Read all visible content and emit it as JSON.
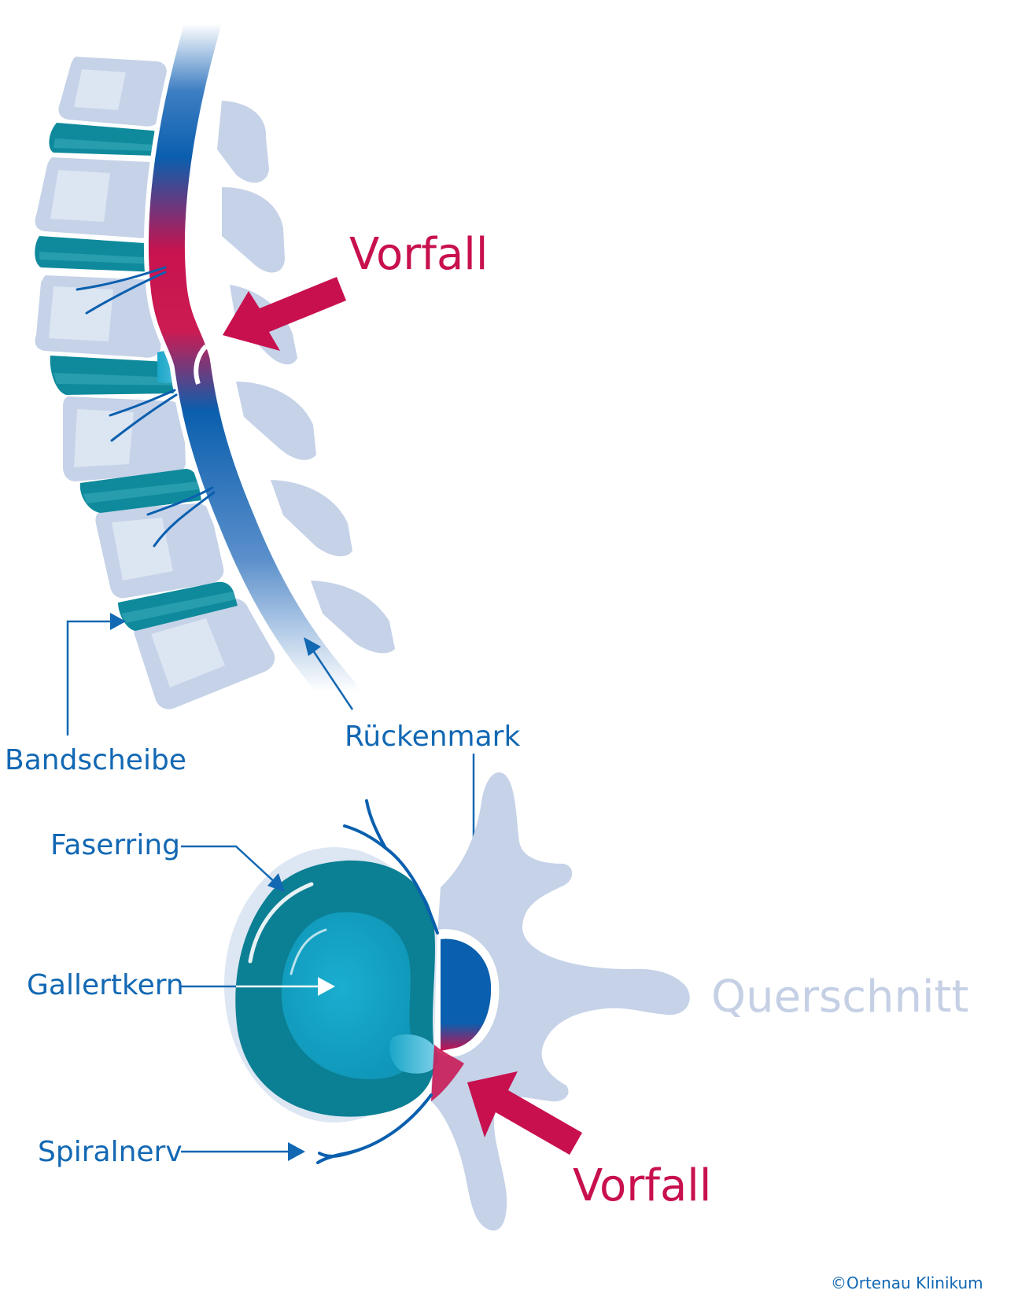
{
  "labels": {
    "vorfall_top": "Vorfall",
    "vorfall_bottom": "Vorfall",
    "bandscheibe": "Bandscheibe",
    "rueckenmark": "Rückenmark",
    "faserring": "Faserring",
    "gallertkern": "Gallertkern",
    "spiralnerv": "Spiralnerv",
    "querschnitt": "Querschnitt",
    "copyright": "©Ortenau Klinikum"
  },
  "colors": {
    "label_blue": "#1268b3",
    "vorfall_red": "#c8104e",
    "bone": "#c5d2e8",
    "bone_light": "#dce5f2",
    "disc_teal": "#0f8a9c",
    "disc_dark": "#0b6f7f",
    "nucleus": "#13a3c5",
    "cord_blue": "#0a5fae",
    "querschnitt_gray": "#c5d0e5"
  }
}
